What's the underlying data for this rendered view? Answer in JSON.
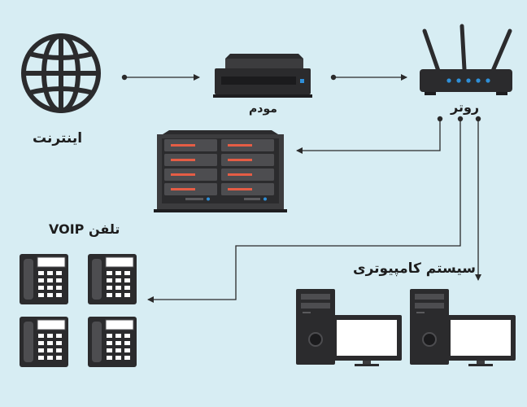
{
  "labels": {
    "internet": "اینترنت",
    "modem": "مودم",
    "router": "روتر",
    "voip": "تلفن VOIP",
    "computers": "سیستم کامپیوتری"
  },
  "colors": {
    "background": "#d7edf3",
    "device_dark": "#2b2b2d",
    "device_mid": "#3c3c3e",
    "router_led": "#2f8fd8",
    "server_bar": "#e55d45",
    "screen": "#ffffff",
    "line": "#2a2a2a"
  },
  "icons": {
    "internet": "globe-icon",
    "modem": "modem-icon",
    "router": "router-icon",
    "server": "server-rack-icon",
    "phone": "desk-phone-icon",
    "computer": "desktop-computer-icon"
  }
}
